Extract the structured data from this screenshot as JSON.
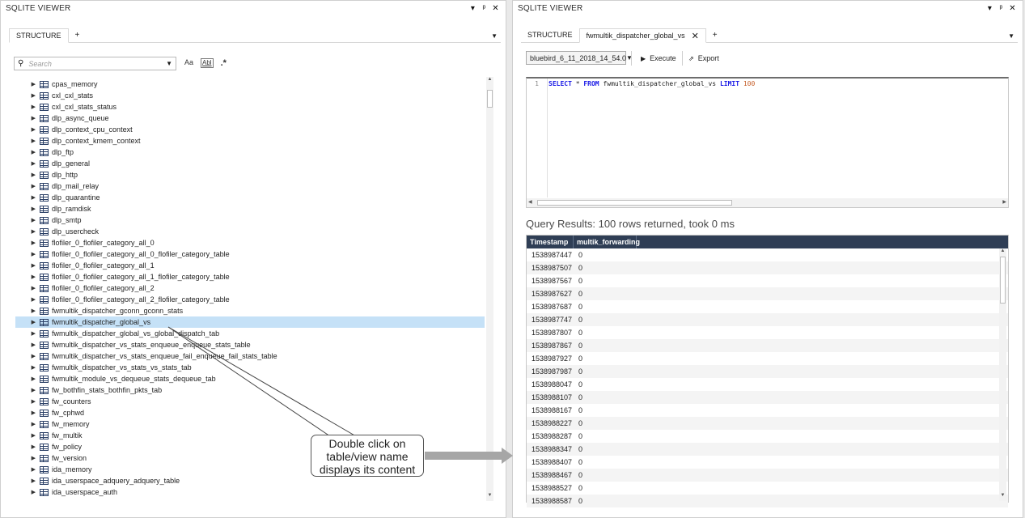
{
  "left": {
    "title": "SQLITE VIEWER",
    "tabs": [
      {
        "label": "STRUCTURE"
      }
    ],
    "tab_add": "+",
    "search": {
      "placeholder": "Search"
    },
    "tools": {
      "match_case": "Aa",
      "whole_word": "Abl"
    },
    "tree_items": [
      "cpas_memory",
      "cxl_cxl_stats",
      "cxl_cxl_stats_status",
      "dlp_async_queue",
      "dlp_context_cpu_context",
      "dlp_context_kmem_context",
      "dlp_ftp",
      "dlp_general",
      "dlp_http",
      "dlp_mail_relay",
      "dlp_quarantine",
      "dlp_ramdisk",
      "dlp_smtp",
      "dlp_usercheck",
      "flofiler_0_flofiler_category_all_0",
      "flofiler_0_flofiler_category_all_0_flofiler_category_table",
      "flofiler_0_flofiler_category_all_1",
      "flofiler_0_flofiler_category_all_1_flofiler_category_table",
      "flofiler_0_flofiler_category_all_2",
      "flofiler_0_flofiler_category_all_2_flofiler_category_table",
      "fwmultik_dispatcher_gconn_gconn_stats",
      "fwmultik_dispatcher_global_vs",
      "fwmultik_dispatcher_global_vs_global_dispatch_tab",
      "fwmultik_dispatcher_vs_stats_enqueue_enqueue_stats_table",
      "fwmultik_dispatcher_vs_stats_enqueue_fail_enqueue_fail_stats_table",
      "fwmultik_dispatcher_vs_stats_vs_stats_tab",
      "fwmultik_module_vs_dequeue_stats_dequeue_tab",
      "fw_bothfin_stats_bothfin_pkts_tab",
      "fw_counters",
      "fw_cphwd",
      "fw_memory",
      "fw_multik",
      "fw_policy",
      "fw_version",
      "ida_memory",
      "ida_userspace_adquery_adquery_table",
      "ida_userspace_auth"
    ],
    "selected_item": "fwmultik_dispatcher_global_vs"
  },
  "right": {
    "title": "SQLITE VIEWER",
    "tabs": [
      {
        "label": "STRUCTURE"
      },
      {
        "label": "fwmultik_dispatcher_global_vs"
      }
    ],
    "tab_add": "+",
    "db_select": "bluebird_6_11_2018_14_54.0",
    "execute_label": "Execute",
    "export_label": "Export",
    "editor": {
      "line_number": "1",
      "query_kw1": "SELECT",
      "query_star": " * ",
      "query_kw2": "FROM",
      "query_table": " fwmultik_dispatcher_global_vs ",
      "query_kw3": "LIMIT",
      "query_limit": " 100"
    },
    "results_title": "Query Results: 100 rows returned, took 0 ms",
    "columns": [
      "Timestamp",
      "multik_forwarding"
    ],
    "rows": [
      [
        "1538987447",
        "0"
      ],
      [
        "1538987507",
        "0"
      ],
      [
        "1538987567",
        "0"
      ],
      [
        "1538987627",
        "0"
      ],
      [
        "1538987687",
        "0"
      ],
      [
        "1538987747",
        "0"
      ],
      [
        "1538987807",
        "0"
      ],
      [
        "1538987867",
        "0"
      ],
      [
        "1538987927",
        "0"
      ],
      [
        "1538987987",
        "0"
      ],
      [
        "1538988047",
        "0"
      ],
      [
        "1538988107",
        "0"
      ],
      [
        "1538988167",
        "0"
      ],
      [
        "1538988227",
        "0"
      ],
      [
        "1538988287",
        "0"
      ],
      [
        "1538988347",
        "0"
      ],
      [
        "1538988407",
        "0"
      ],
      [
        "1538988467",
        "0"
      ],
      [
        "1538988527",
        "0"
      ],
      [
        "1538988587",
        "0"
      ]
    ]
  },
  "annotation": {
    "line1": "Double click on",
    "line2": "table/view name",
    "line3": "displays its content"
  },
  "colors": {
    "selection": "#c5e1f7",
    "grid_header": "#2f3e55",
    "keyword": "#1a1ae6",
    "number": "#c65f2a"
  }
}
